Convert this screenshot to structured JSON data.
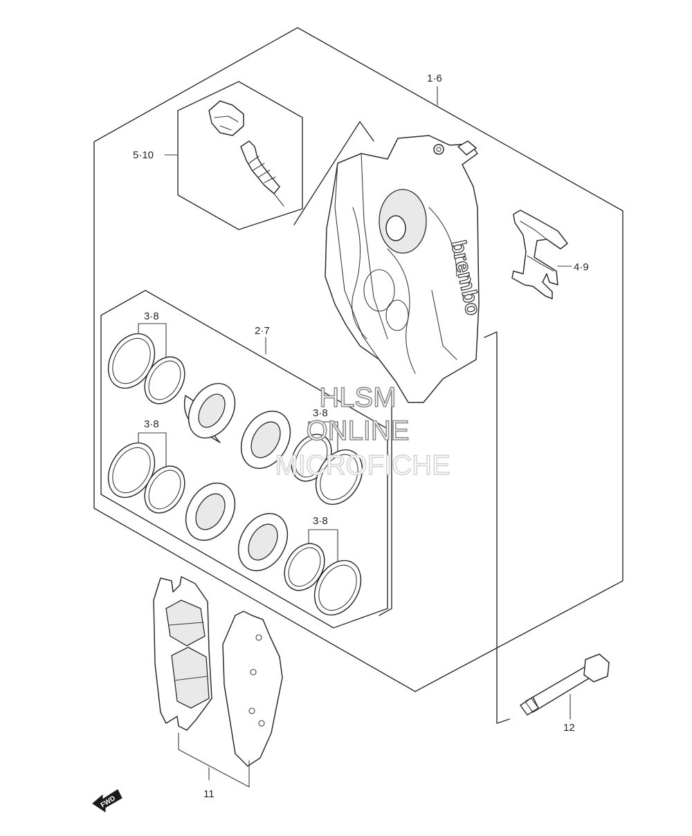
{
  "labels": {
    "caliper_assy": "1·6",
    "bleeder_set": "5·10",
    "pad_spring": "4·9",
    "piston_set": "2·7",
    "seal_set_a": "3·8",
    "seal_set_b": "3·8",
    "seal_set_c": "3·8",
    "seal_set_d": "3·8",
    "pad_set": "11",
    "mounting_bolt": "12"
  },
  "brand_marking": "brembo",
  "forward_arrow": "FWD",
  "watermark": {
    "line1": "HLSM",
    "line2": "ONLINE",
    "line3": "MICROFICHE"
  }
}
